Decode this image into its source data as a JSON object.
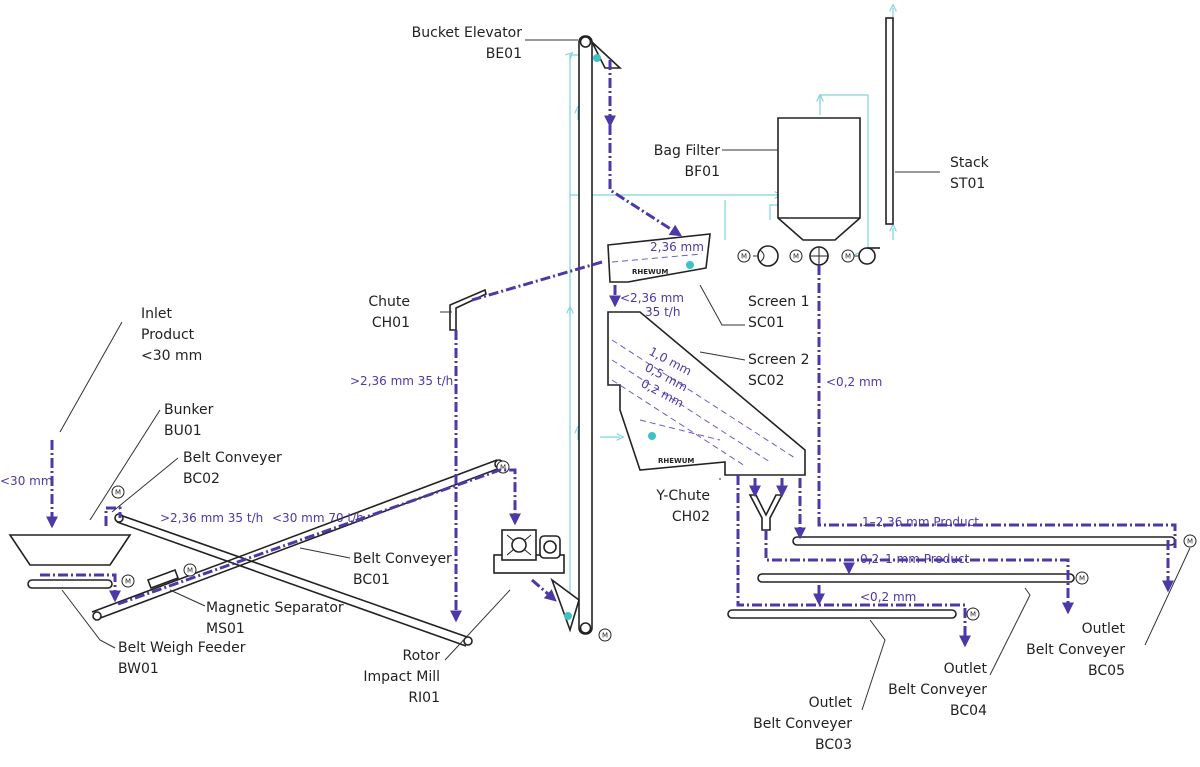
{
  "labels": {
    "bucket_elevator": [
      "Bucket Elevator",
      "BE01"
    ],
    "bag_filter": [
      "Bag Filter",
      "BF01"
    ],
    "stack": [
      "Stack",
      "ST01"
    ],
    "inlet": [
      "Inlet",
      "Product",
      "<30 mm"
    ],
    "chute": [
      "Chute",
      "CH01"
    ],
    "screen1": [
      "Screen 1",
      "SC01"
    ],
    "screen2": [
      "Screen 2",
      "SC02"
    ],
    "bunker": [
      "Bunker",
      "BU01"
    ],
    "belt_bc02": [
      "Belt Conveyer",
      "BC02"
    ],
    "belt_bc01": [
      "Belt Conveyer",
      "BC01"
    ],
    "magnetic": [
      "Magnetic Separator",
      "MS01"
    ],
    "weigh": [
      "Belt Weigh Feeder",
      "BW01"
    ],
    "mill": [
      "Rotor",
      "Impact Mill",
      "RI01"
    ],
    "ychute": [
      "Y-Chute",
      "CH02"
    ],
    "outlet_bc03": [
      "Outlet",
      "Belt Conveyer",
      "BC03"
    ],
    "outlet_bc04": [
      "Outlet",
      "Belt Conveyer",
      "BC04"
    ],
    "outlet_bc05": [
      "Outlet",
      "Belt Conveyer",
      "BC05"
    ]
  },
  "flows": {
    "inlet_size": "<30 mm",
    "bc02_over": ">2,36 mm 35 t/h",
    "bc02_total": "<30 mm 70 t/h",
    "chute_flow": ">2,36 mm 35 t/h",
    "screen1_mesh": "2,36 mm",
    "screen1_under": [
      "<2,36 mm",
      "35 t/h"
    ],
    "screen2_mesh": [
      "1,0 mm",
      "0,5 mm",
      "0,2 mm"
    ],
    "fines": "<0,2 mm",
    "bc05_product": "1–2,36 mm  Product",
    "bc04_product": "0,2–1 mm  Product",
    "bc03_product": "<0,2 mm"
  },
  "brand": "RHEWUM",
  "motor_symbol": "M",
  "colors": {
    "product_line": "#4a3aa8",
    "air_line": "#7fd3dc",
    "equipment": "#222222"
  }
}
